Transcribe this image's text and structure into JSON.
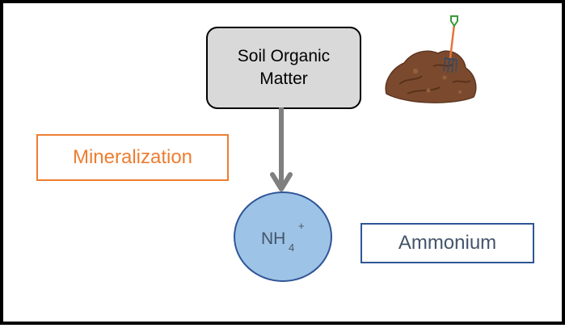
{
  "diagram": {
    "source_node": {
      "label": "Soil Organic Matter"
    },
    "target_node": {
      "formula": "NH",
      "subscript": "4",
      "superscript": "+"
    },
    "process_label": "Mineralization",
    "product_label": "Ammonium",
    "edges": [
      {
        "from": "Soil Organic Matter",
        "to": "NH4+"
      }
    ],
    "illustration": "soil-pile-with-pitchfork-icon"
  },
  "colors": {
    "som_fill": "#d9d9d9",
    "arrow": "#7f7f7f",
    "mineralization": "#ed7d31",
    "ammonium_border": "#2f5597",
    "nh4_fill": "#9dc3e6",
    "soil": "#7b4a2e"
  }
}
